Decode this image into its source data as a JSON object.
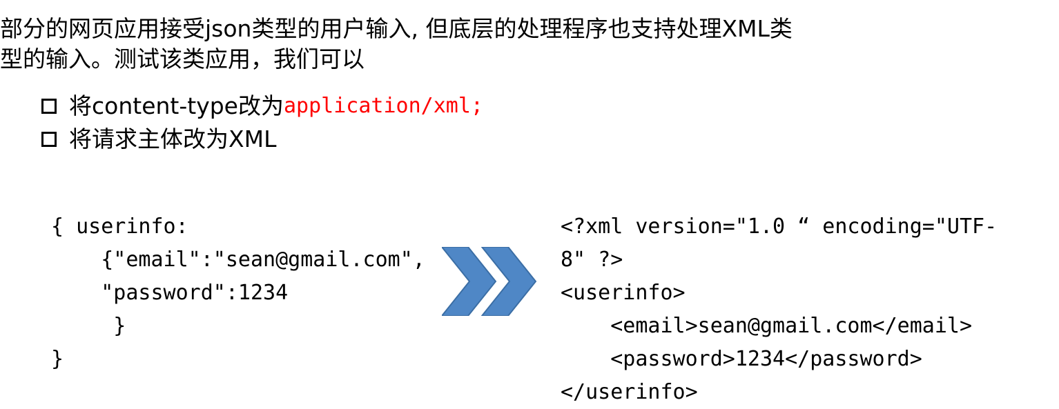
{
  "slide": {
    "intro_line1": "部分的网页应用接受json类型的用户输入, 但底层的处理程序也支持处理XML类",
    "intro_line2": "型的输入。测试该类应用，我们可以",
    "bullet1_prefix": "将content-type改为",
    "bullet1_highlight": "application/xml;",
    "bullet2": "将请求主体改为XML",
    "accent_color": "#ff0000"
  },
  "json_example": {
    "line1": "{ userinfo:",
    "line2": "    {\"email\":\"sean@gmail.com\",",
    "line3": "    \"password\":1234",
    "line4": "     }",
    "line5": "}"
  },
  "xml_example": {
    "line1": "<?xml version=\"1.0 “ encoding=\"UTF-",
    "line2": "8\" ?>",
    "line3": "<userinfo>",
    "line4": "    <email>sean@gmail.com</email>",
    "line5": "    <password>1234</password>",
    "line6": "</userinfo>"
  },
  "icons": {
    "arrow": "double-chevron-right-icon",
    "arrow_color": "#4f87c6",
    "arrow_stroke": "#3b6ea5"
  }
}
